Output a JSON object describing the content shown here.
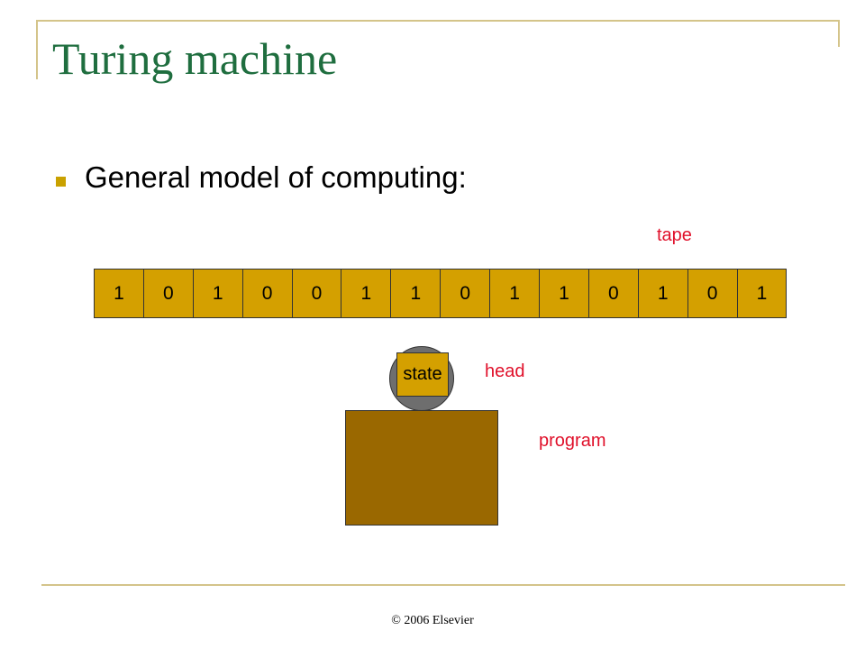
{
  "slide": {
    "title": "Turing machine",
    "bullet": "General model of computing:",
    "footer": "© 2006 Elsevier"
  },
  "diagram": {
    "tape_label": "tape",
    "tape_cells": [
      "1",
      "0",
      "1",
      "0",
      "0",
      "1",
      "1",
      "0",
      "1",
      "1",
      "0",
      "1",
      "0",
      "1"
    ],
    "head_label": "head",
    "state_label": "state",
    "program_label": "program"
  },
  "colors": {
    "title": "#1f6e3f",
    "accent_gold": "#d4a000",
    "program_brown": "#9a6800",
    "head_gray": "#6e6e6e",
    "label_red": "#e0102a"
  }
}
